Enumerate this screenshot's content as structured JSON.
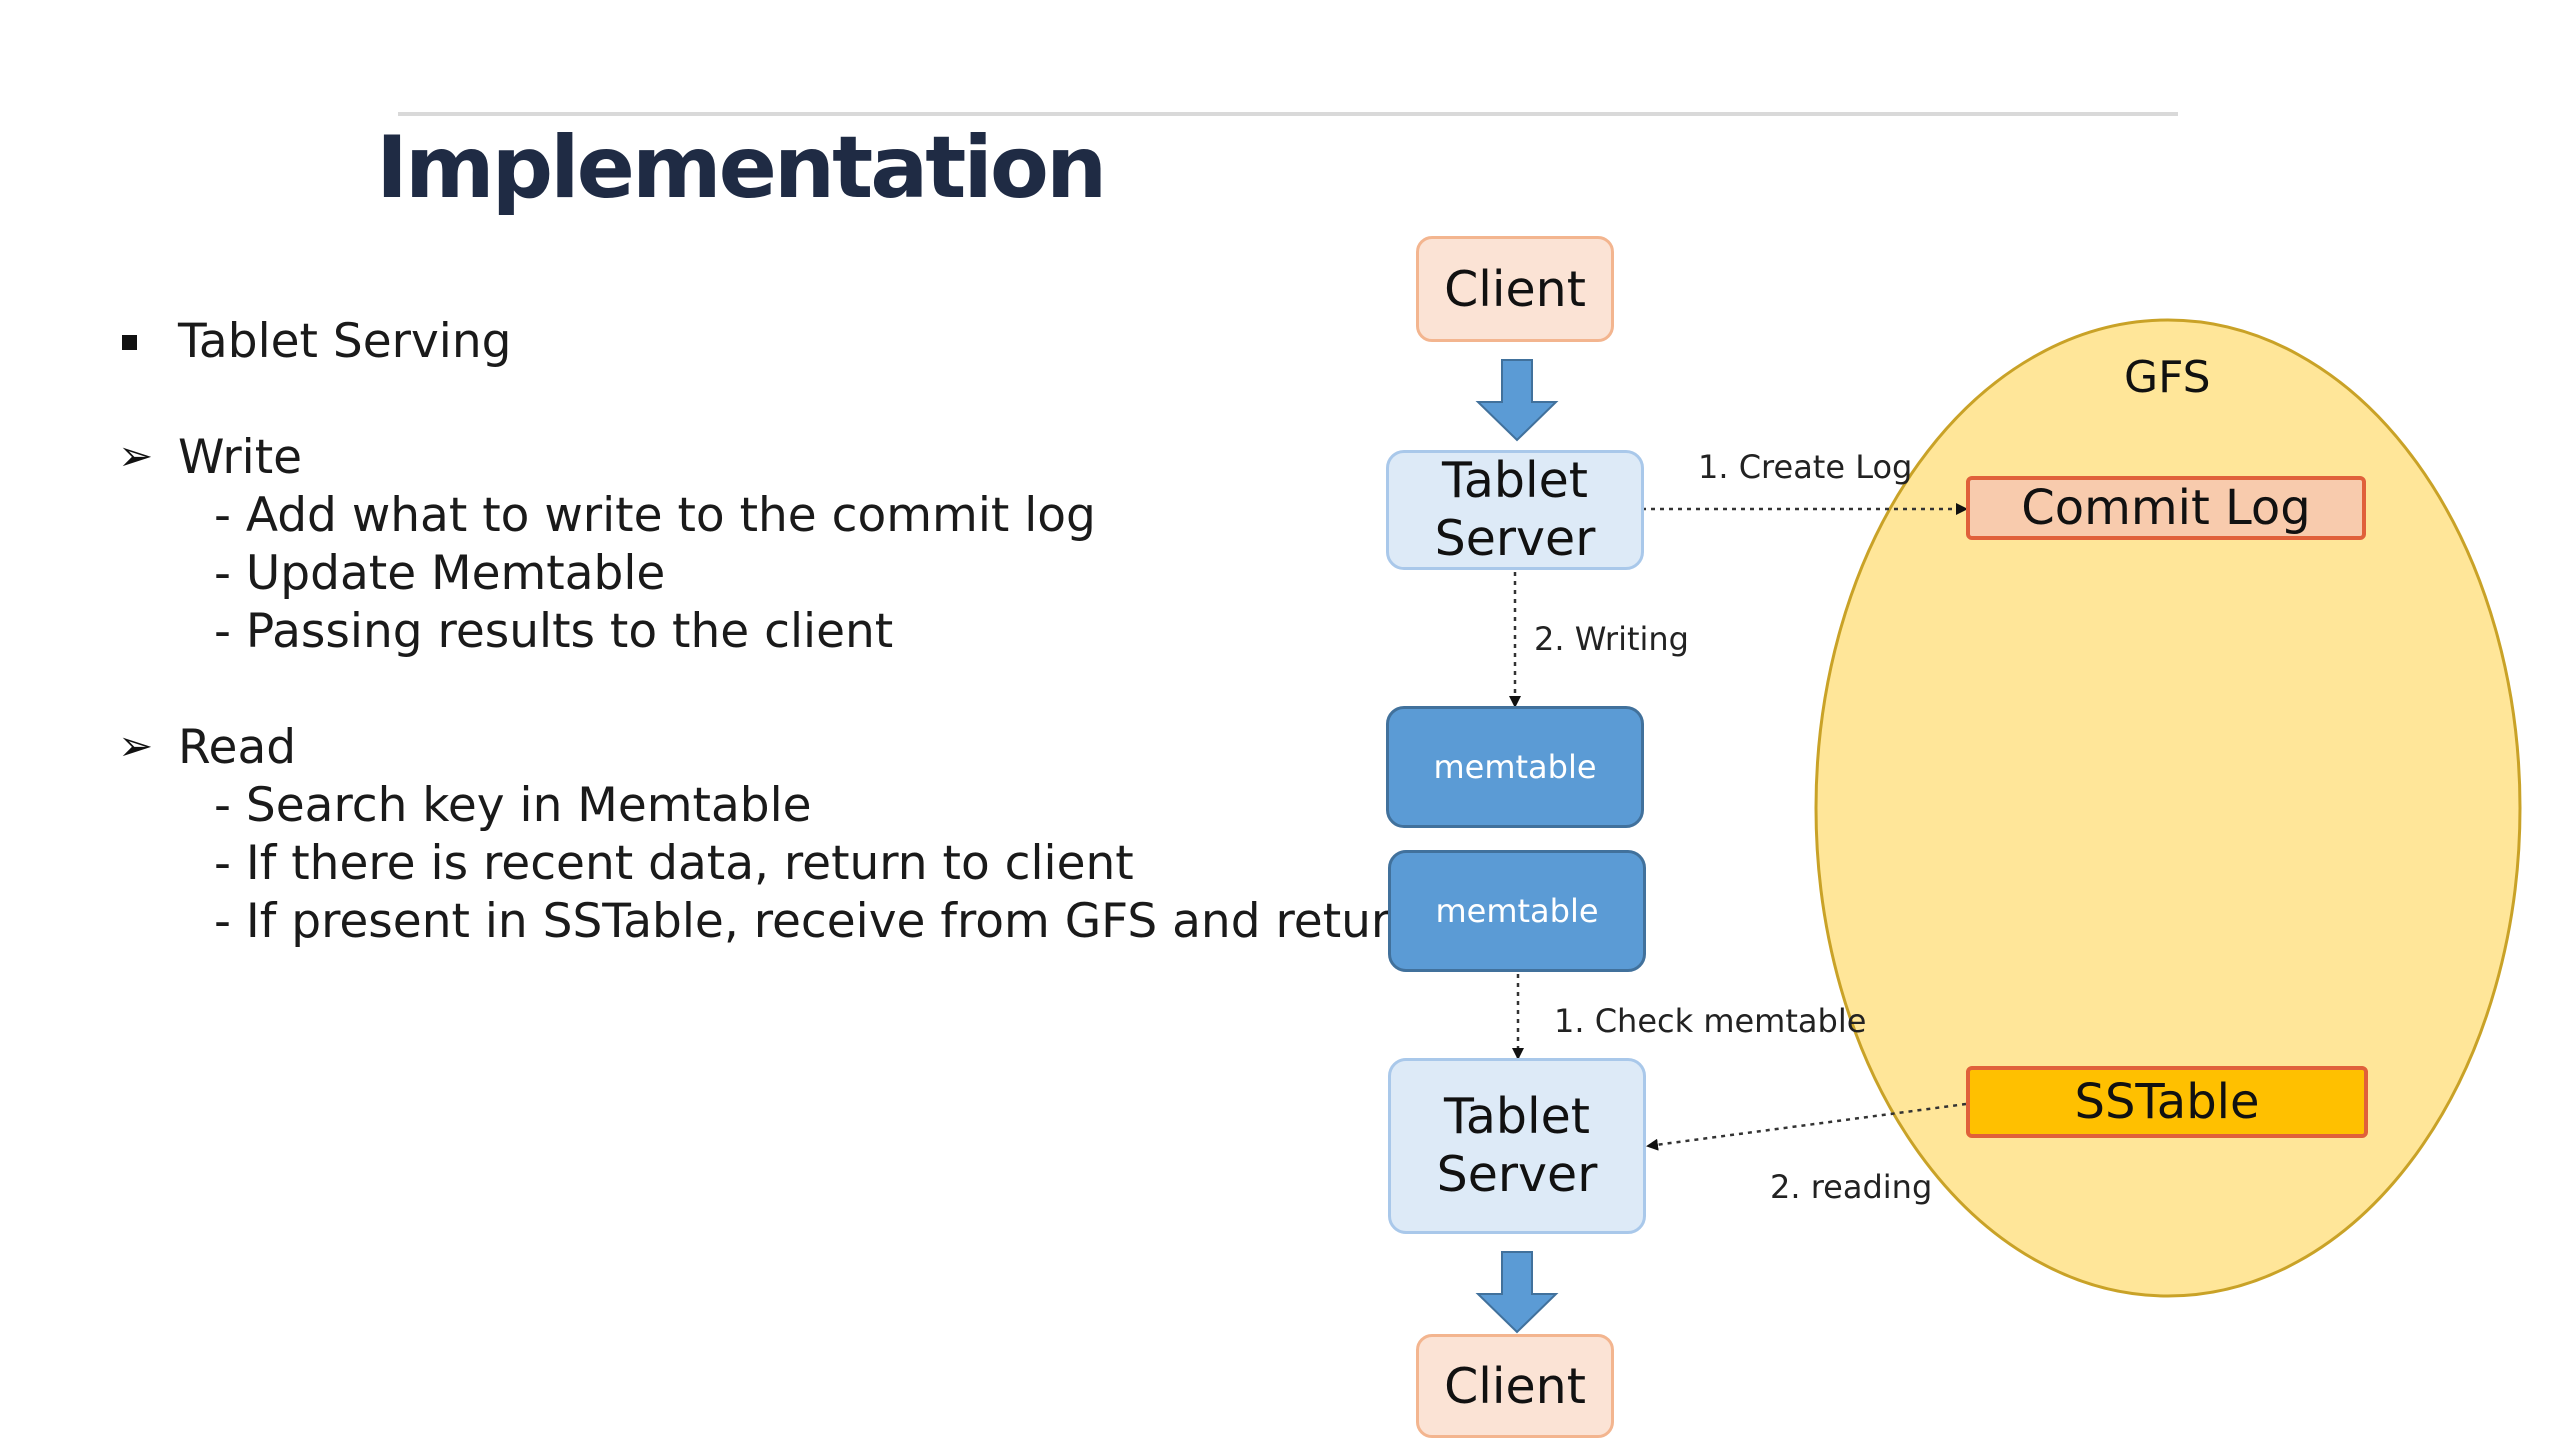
{
  "title": "Implementation",
  "bullets": {
    "heading": "Tablet Serving",
    "write": {
      "label": "Write",
      "items": [
        "- Add what to write to the commit log",
        "- Update Memtable",
        "- Passing results to the client"
      ]
    },
    "read": {
      "label": "Read",
      "items": [
        "- Search key in Memtable",
        "- If there is recent data, return to client",
        "- If present in SSTable, receive from GFS and return"
      ]
    }
  },
  "diagram": {
    "client_top": "Client",
    "tablet_server_top": [
      "Tablet",
      "Server"
    ],
    "memtable_1": "memtable",
    "memtable_2": "memtable",
    "tablet_server_bottom": [
      "Tablet",
      "Server"
    ],
    "client_bottom": "Client",
    "gfs": {
      "label": "GFS",
      "commit_log": "Commit Log",
      "sstable": "SSTable"
    },
    "edges": {
      "create_log": "1. Create Log",
      "writing": "2. Writing",
      "check_memtable": "1. Check memtable",
      "reading": "2. reading"
    },
    "colors": {
      "gfs_fill": "#ffe699",
      "gfs_stroke": "#c9a227",
      "flow_arrow": "#5b9bd5"
    }
  }
}
